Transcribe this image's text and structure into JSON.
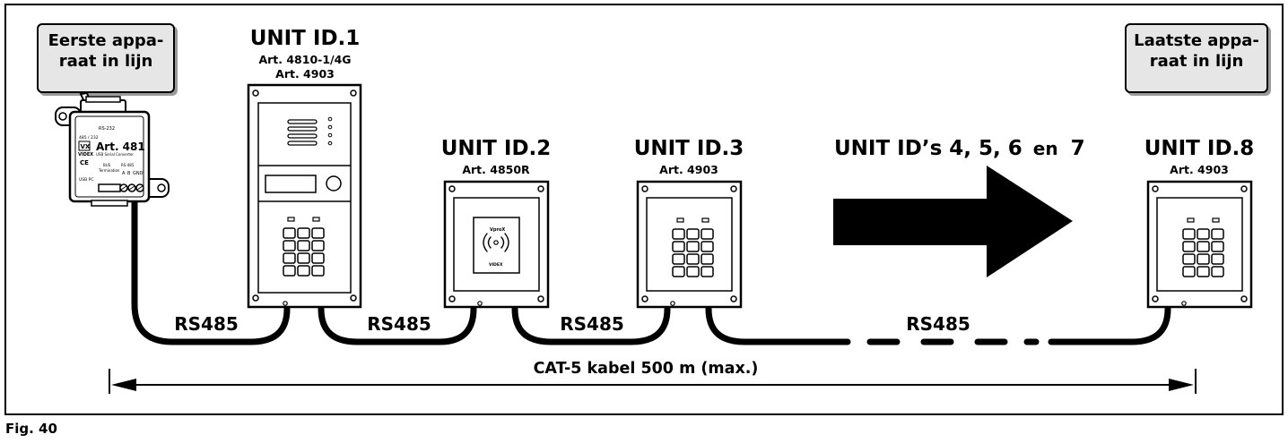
{
  "first_device": {
    "line1": "Eerste appa-",
    "line2": "raat in lijn"
  },
  "last_device": {
    "line1": "Laatste appa-",
    "line2": "raat in lijn"
  },
  "units": [
    {
      "title": "UNIT ID.1",
      "art": [
        "Art. 4810-1/4G",
        "Art. 4903"
      ]
    },
    {
      "title": "UNIT ID.2",
      "art": [
        "Art. 4850R"
      ]
    },
    {
      "title": "UNIT ID.3",
      "art": [
        "Art. 4903"
      ]
    },
    {
      "title": "UNIT ID.8",
      "art": [
        "Art. 4903"
      ]
    }
  ],
  "middle_units": {
    "text": "UNIT ID’s 4, 5, 6",
    "en": "en",
    "seven": "7"
  },
  "cable_labels": [
    "RS485",
    "RS485",
    "RS485",
    "RS485"
  ],
  "cable_length": "CAT-5 kabel 500 m (max.)",
  "figure_label": "Fig. 40",
  "converter": {
    "brand": "VX",
    "maker": "VIDEX",
    "article": "Art. 481",
    "subtitle": "USB Serial Converter",
    "port_top": "RS-232",
    "port_left": "485 / 232",
    "bus_label": "BUS",
    "termination": "Termination",
    "rs485_label": "RS-485",
    "usb_label": "USB PC",
    "term_a": "A",
    "term_b": "B",
    "term_gnd": "GND",
    "mark": "CE"
  },
  "reader": {
    "brand": "VproX",
    "maker": "VIDEX"
  }
}
